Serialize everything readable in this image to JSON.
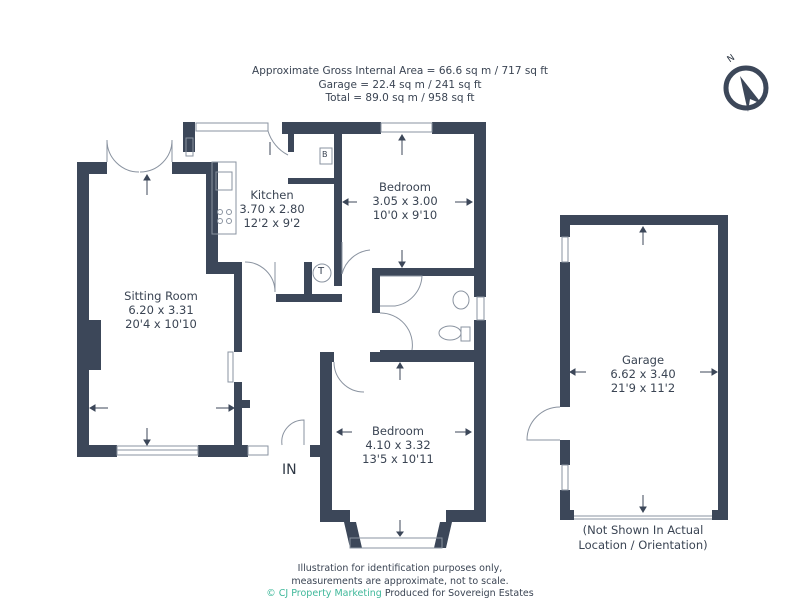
{
  "header": {
    "line1": "Approximate Gross Internal Area = 66.6 sq m / 717 sq ft",
    "line2": "Garage = 22.4 sq m / 241 sq ft",
    "line3": "Total = 89.0 sq m / 958 sq ft"
  },
  "compass": {
    "label": "N",
    "icon": "north-compass-icon"
  },
  "colors": {
    "wall": "#3c4759",
    "brand": "#3fb89a",
    "text": "#3a4453",
    "fixture": "#8a93a0"
  },
  "rooms": [
    {
      "id": "kitchen",
      "name": "Kitchen",
      "metric": "3.70 x 2.80",
      "imperial": "12'2 x 9'2"
    },
    {
      "id": "bedroom1",
      "name": "Bedroom",
      "metric": "3.05 x 3.00",
      "imperial": "10'0 x 9'10"
    },
    {
      "id": "sitting",
      "name": "Sitting Room",
      "metric": "6.20 x 3.31",
      "imperial": "20'4 x 10'10"
    },
    {
      "id": "bedroom2",
      "name": "Bedroom",
      "metric": "4.10 x 3.32",
      "imperial": "13'5 x 10'11"
    },
    {
      "id": "garage",
      "name": "Garage",
      "metric": "6.62 x 3.40",
      "imperial": "21'9 x 11'2"
    }
  ],
  "fixtures": {
    "boiler": "B",
    "tank": "T"
  },
  "entrance": {
    "label": "IN"
  },
  "garage_note": {
    "line1": "(Not Shown In Actual",
    "line2": "Location / Orientation)"
  },
  "footer": {
    "line1": "Illustration for identification purposes only,",
    "line2": "measurements are approximate, not to scale.",
    "brand": "© CJ Property Marketing",
    "produced": "Produced for Sovereign Estates"
  }
}
